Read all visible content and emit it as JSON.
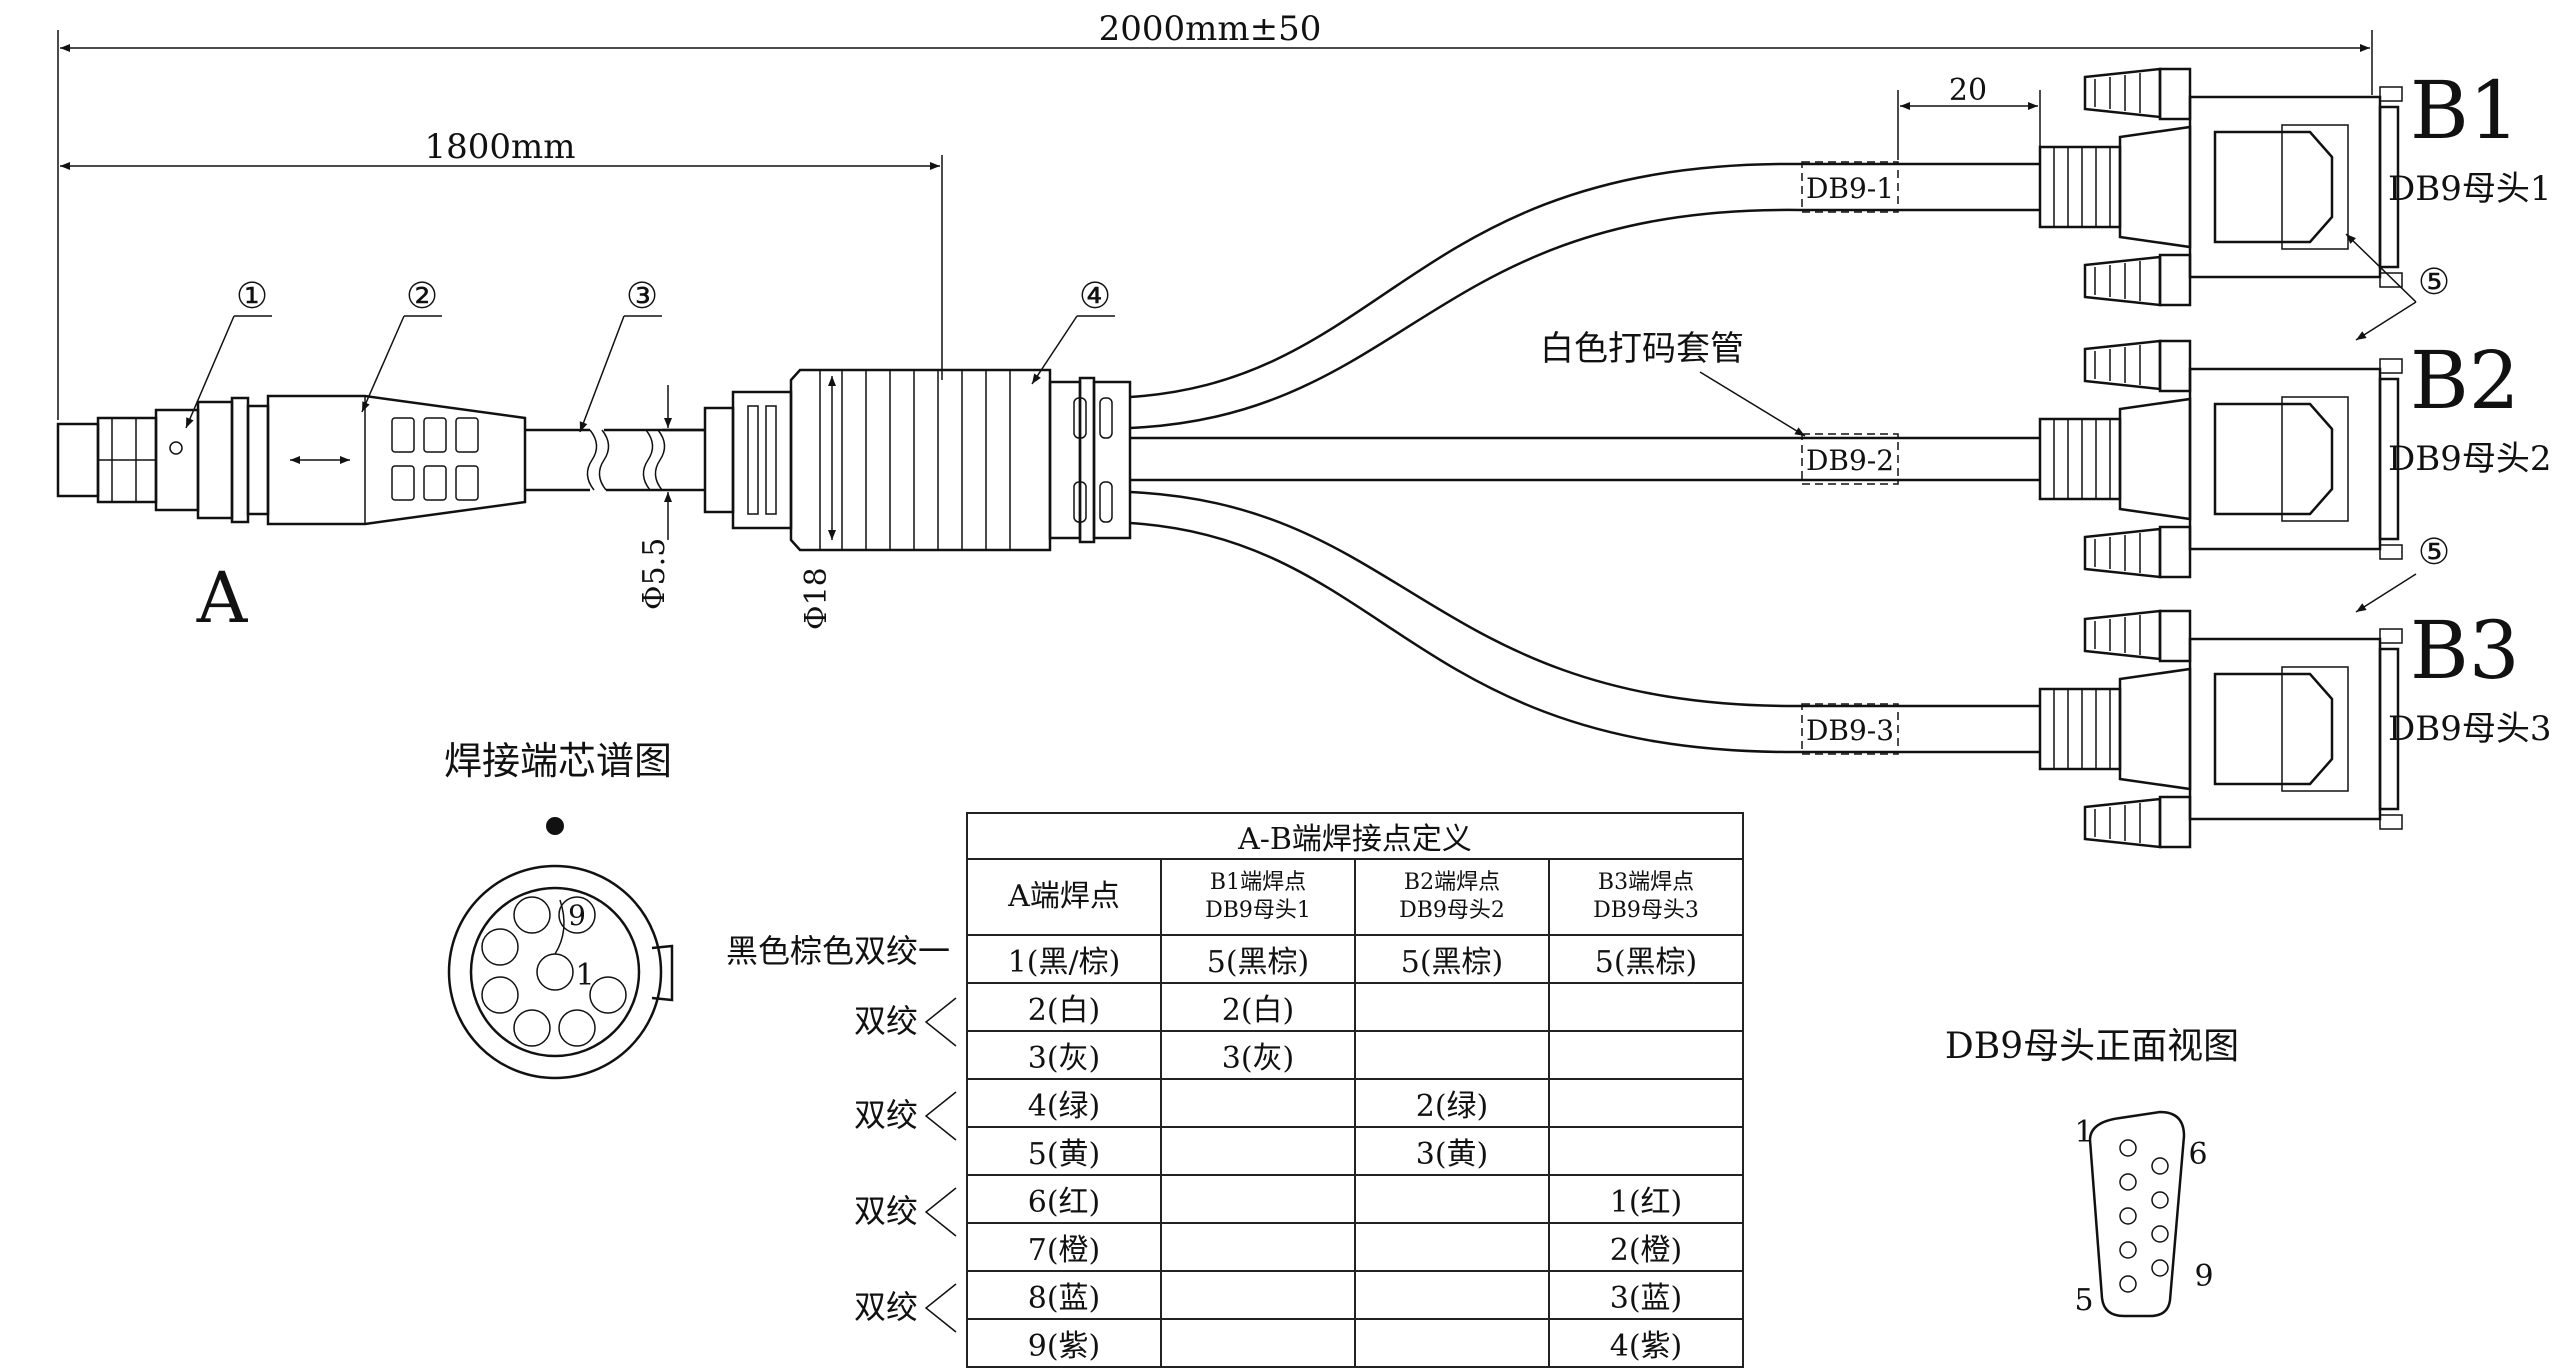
{
  "dims": {
    "total": "2000mm±50",
    "a_length": "1800mm",
    "offset": "20",
    "dia_cable": "Φ5.5",
    "dia_sleeve": "Φ18"
  },
  "callouts": [
    "①",
    "②",
    "③",
    "④",
    "⑤",
    "⑤"
  ],
  "labels": {
    "end_a": "A",
    "white_sleeve": "白色打码套管",
    "pinout_title": "焊接端芯谱图",
    "pin_first": "1",
    "pin_last": "9",
    "db9_front_title": "DB9母头正面视图"
  },
  "sleeves": [
    "DB9-1",
    "DB9-2",
    "DB9-3"
  ],
  "ends_b": [
    {
      "id": "B1",
      "desc": "DB9母头1"
    },
    {
      "id": "B2",
      "desc": "DB9母头2"
    },
    {
      "id": "B3",
      "desc": "DB9母头3"
    }
  ],
  "db9_pins": {
    "tl": "1",
    "tr": "6",
    "bl": "5",
    "br": "9"
  },
  "table": {
    "title": "A-B端焊接点定义",
    "headers": [
      {
        "l1": "A端焊点",
        "l2": ""
      },
      {
        "l1": "B1端焊点",
        "l2": "DB9母头1"
      },
      {
        "l1": "B2端焊点",
        "l2": "DB9母头2"
      },
      {
        "l1": "B3端焊点",
        "l2": "DB9母头3"
      }
    ],
    "rows": [
      [
        "1(黑/棕)",
        "5(黑棕)",
        "5(黑棕)",
        "5(黑棕)"
      ],
      [
        "2(白)",
        "2(白)",
        "",
        ""
      ],
      [
        "3(灰)",
        "3(灰)",
        "",
        ""
      ],
      [
        "4(绿)",
        "",
        "2(绿)",
        ""
      ],
      [
        "5(黄)",
        "",
        "3(黄)",
        ""
      ],
      [
        "6(红)",
        "",
        "",
        "1(红)"
      ],
      [
        "7(橙)",
        "",
        "",
        "2(橙)"
      ],
      [
        "8(蓝)",
        "",
        "",
        "3(蓝)"
      ],
      [
        "9(紫)",
        "",
        "",
        "4(紫)"
      ]
    ],
    "row_notes": [
      "黑色棕色双绞一",
      "双绞",
      "双绞",
      "双绞",
      "双绞"
    ]
  }
}
